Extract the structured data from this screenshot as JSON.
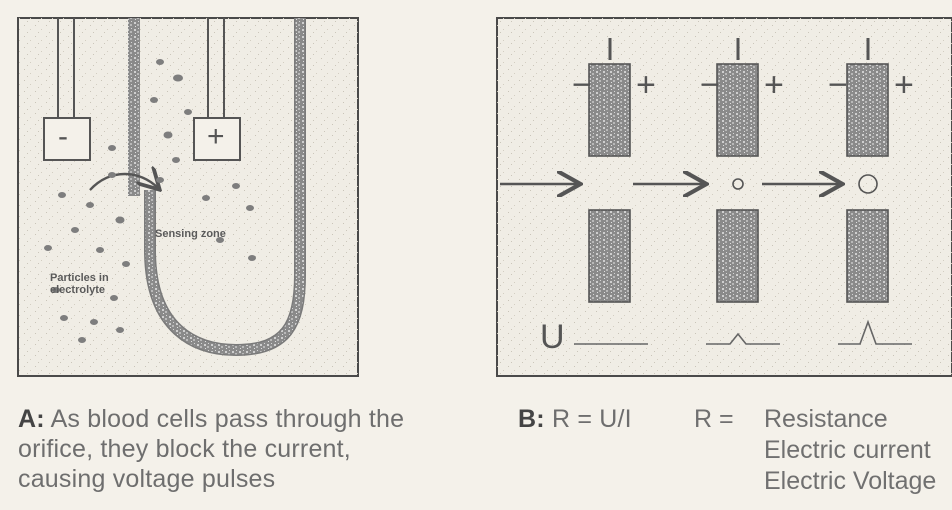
{
  "panel_a": {
    "electrode_minus": "-",
    "electrode_plus": "+",
    "sensing_zone": "Sensing zone",
    "particles_line1": "Particles in",
    "particles_line2": "electrolyte",
    "caption_prefix": "A:",
    "caption_line1": "As blood cells pass through the",
    "caption_line2": "orifice, they block the current,",
    "caption_line3": "causing voltage pulses"
  },
  "panel_b": {
    "current_symbol": "I",
    "minus_sign": "−",
    "plus_sign": "+",
    "voltage_label": "U",
    "caption_prefix": "B:",
    "formula": "R = U/I",
    "legend_symbol": "R =",
    "legend_items": [
      "Resistance",
      "Electric current",
      "Electric Voltage"
    ]
  }
}
